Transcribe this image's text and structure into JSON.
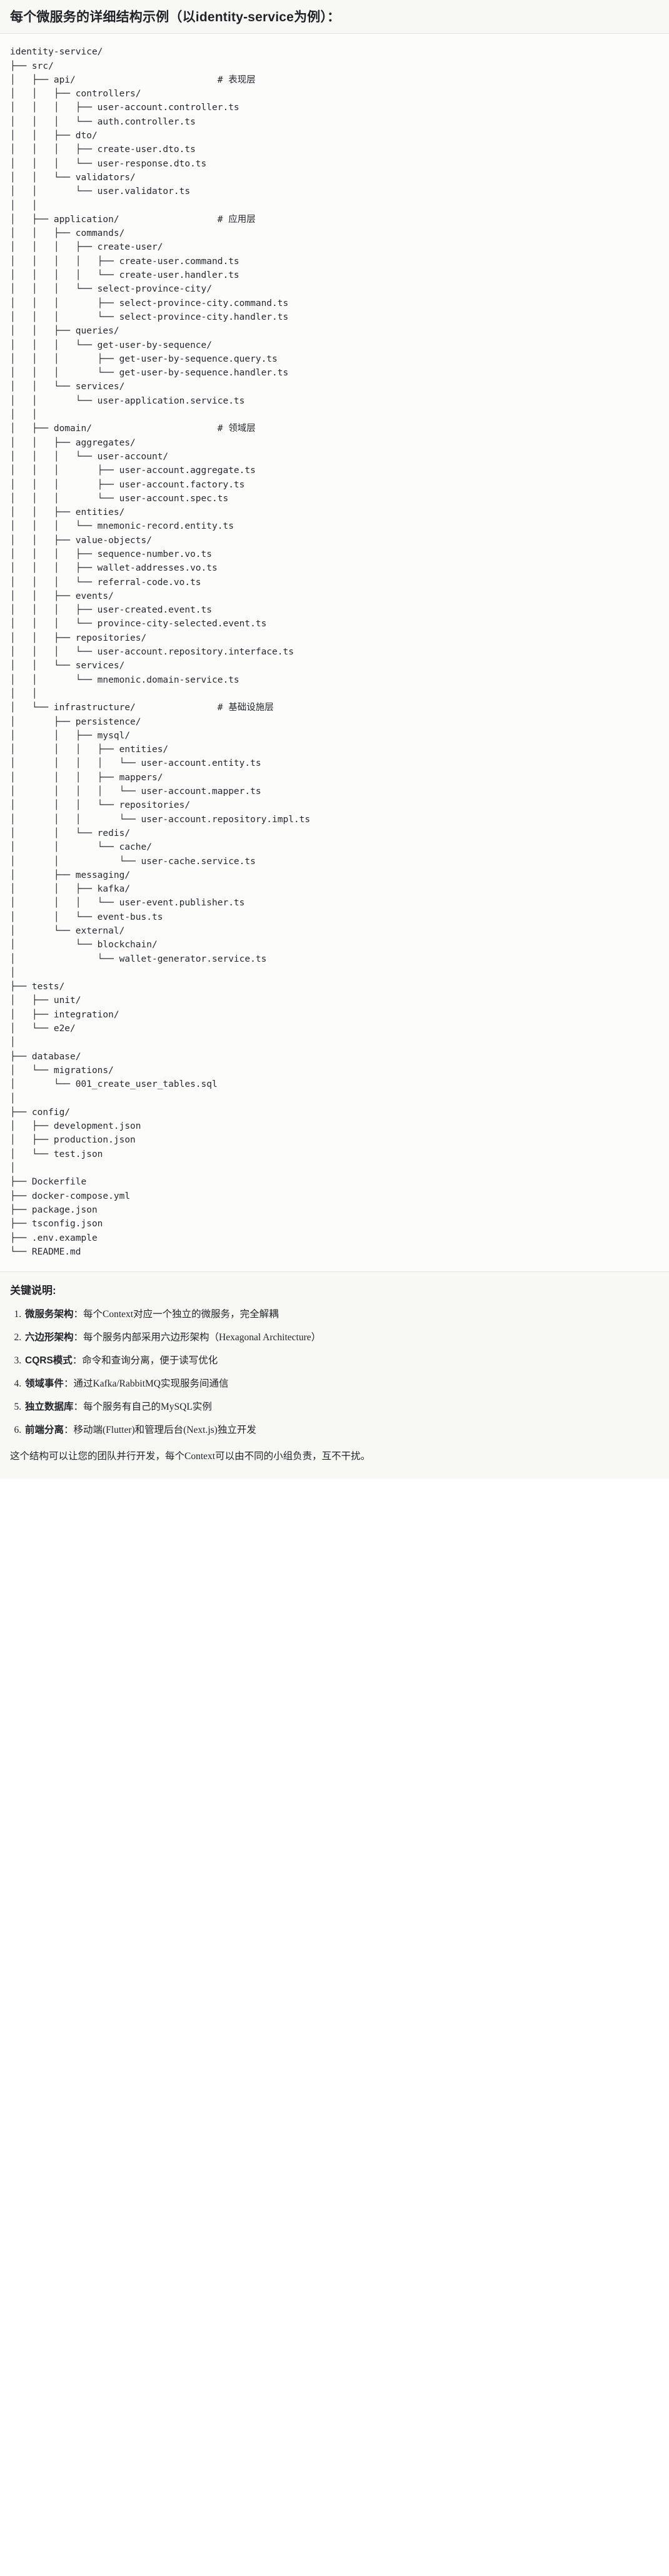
{
  "title": "每个微服务的详细结构示例（以identity-service为例）：",
  "tree": {
    "lines": [
      "identity-service/",
      "├── src/",
      "│   ├── api/                          # 表现层",
      "│   │   ├── controllers/",
      "│   │   │   ├── user-account.controller.ts",
      "│   │   │   └── auth.controller.ts",
      "│   │   ├── dto/",
      "│   │   │   ├── create-user.dto.ts",
      "│   │   │   └── user-response.dto.ts",
      "│   │   └── validators/",
      "│   │       └── user.validator.ts",
      "│   │",
      "│   ├── application/                  # 应用层",
      "│   │   ├── commands/",
      "│   │   │   ├── create-user/",
      "│   │   │   │   ├── create-user.command.ts",
      "│   │   │   │   └── create-user.handler.ts",
      "│   │   │   └── select-province-city/",
      "│   │   │       ├── select-province-city.command.ts",
      "│   │   │       └── select-province-city.handler.ts",
      "│   │   ├── queries/",
      "│   │   │   └── get-user-by-sequence/",
      "│   │   │       ├── get-user-by-sequence.query.ts",
      "│   │   │       └── get-user-by-sequence.handler.ts",
      "│   │   └── services/",
      "│   │       └── user-application.service.ts",
      "│   │",
      "│   ├── domain/                       # 领域层",
      "│   │   ├── aggregates/",
      "│   │   │   └── user-account/",
      "│   │   │       ├── user-account.aggregate.ts",
      "│   │   │       ├── user-account.factory.ts",
      "│   │   │       └── user-account.spec.ts",
      "│   │   ├── entities/",
      "│   │   │   └── mnemonic-record.entity.ts",
      "│   │   ├── value-objects/",
      "│   │   │   ├── sequence-number.vo.ts",
      "│   │   │   ├── wallet-addresses.vo.ts",
      "│   │   │   └── referral-code.vo.ts",
      "│   │   ├── events/",
      "│   │   │   ├── user-created.event.ts",
      "│   │   │   └── province-city-selected.event.ts",
      "│   │   ├── repositories/",
      "│   │   │   └── user-account.repository.interface.ts",
      "│   │   └── services/",
      "│   │       └── mnemonic.domain-service.ts",
      "│   │",
      "│   └── infrastructure/               # 基础设施层",
      "│       ├── persistence/",
      "│       │   ├── mysql/",
      "│       │   │   ├── entities/",
      "│       │   │   │   └── user-account.entity.ts",
      "│       │   │   ├── mappers/",
      "│       │   │   │   └── user-account.mapper.ts",
      "│       │   │   └── repositories/",
      "│       │   │       └── user-account.repository.impl.ts",
      "│       │   └── redis/",
      "│       │       └── cache/",
      "│       │           └── user-cache.service.ts",
      "│       ├── messaging/",
      "│       │   ├── kafka/",
      "│       │   │   └── user-event.publisher.ts",
      "│       │   └── event-bus.ts",
      "│       └── external/",
      "│           └── blockchain/",
      "│               └── wallet-generator.service.ts",
      "│",
      "├── tests/",
      "│   ├── unit/",
      "│   ├── integration/",
      "│   └── e2e/",
      "│",
      "├── database/",
      "│   └── migrations/",
      "│       └── 001_create_user_tables.sql",
      "│",
      "├── config/",
      "│   ├── development.json",
      "│   ├── production.json",
      "│   └── test.json",
      "│",
      "├── Dockerfile",
      "├── docker-compose.yml",
      "├── package.json",
      "├── tsconfig.json",
      "├── .env.example",
      "└── README.md"
    ]
  },
  "notes": {
    "heading": "关键说明:",
    "items": [
      {
        "term": "微服务架构",
        "desc": "：每个Context对应一个独立的微服务，完全解耦"
      },
      {
        "term": "六边形架构",
        "desc": "：每个服务内部采用六边形架构（Hexagonal Architecture）"
      },
      {
        "term": "CQRS模式",
        "desc": "：命令和查询分离，便于读写优化"
      },
      {
        "term": "领域事件",
        "desc": "：通过Kafka/RabbitMQ实现服务间通信"
      },
      {
        "term": "独立数据库",
        "desc": "：每个服务有自己的MySQL实例"
      },
      {
        "term": "前端分离",
        "desc": "：移动端(Flutter)和管理后台(Next.js)独立开发"
      }
    ],
    "closing": "这个结构可以让您的团队并行开发，每个Context可以由不同的小组负责，互不干扰。"
  },
  "colors": {
    "title_bg": "#f8f8f5",
    "code_bg": "#fcfcfb",
    "notes_bg": "#f8f8f5",
    "text": "#1f2328",
    "code_text": "#24292f",
    "divider": "#e4e4de"
  }
}
